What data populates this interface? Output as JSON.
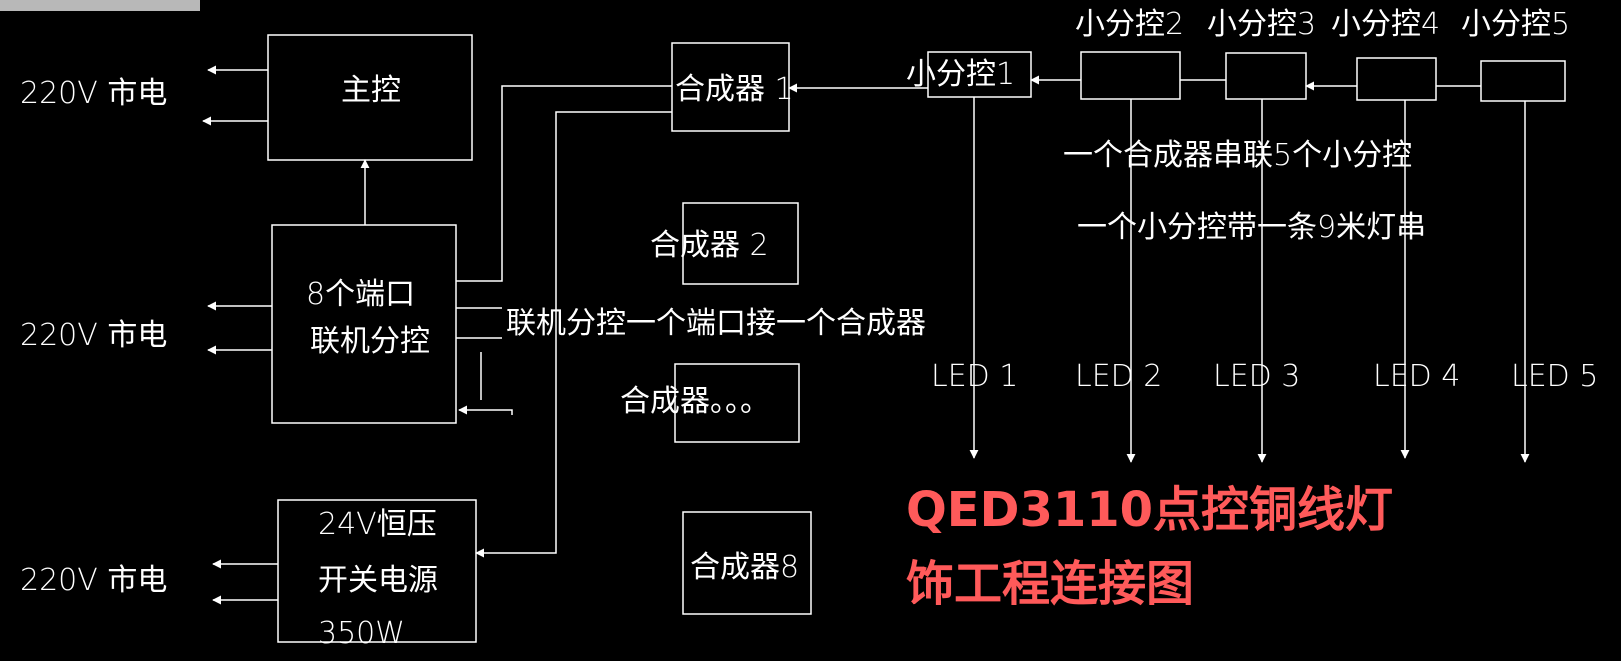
{
  "diagram": {
    "title_line1": "QED3110点控铜线灯",
    "title_line2": "饰工程连接图",
    "colors": {
      "line": "#ffffff",
      "title": "#ff5a5a",
      "background": "#000000"
    },
    "mains_labels": [
      "220V 市电",
      "220V 市电",
      "220V 市电"
    ],
    "main_controller": "主控",
    "hub_line1": "8个端口",
    "hub_line2": "联机分控",
    "psu_line1": "24V恒压",
    "psu_line2": "开关电源",
    "psu_line3": "350W",
    "synthesizers": [
      "合成器 1",
      "合成器 2",
      "合成器。。。",
      "合成器8"
    ],
    "sub_controllers": [
      "小分控1",
      "小分控2",
      "小分控3",
      "小分控4",
      "小分控5"
    ],
    "note_hub": "联机分控一个端口接一个合成器",
    "note_chain": "一个合成器串联5个小分控",
    "note_string": "一个小分控带一条9米灯串",
    "led_labels": [
      "LED 1",
      "LED 2",
      "LED 3",
      "LED 4",
      "LED 5"
    ]
  }
}
